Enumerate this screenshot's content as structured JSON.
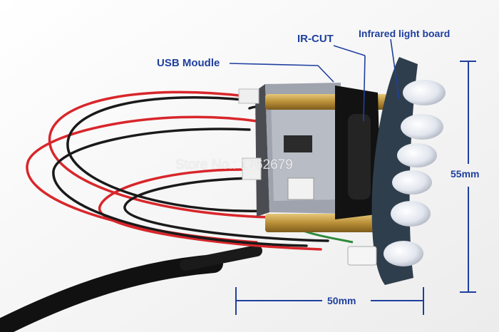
{
  "annotations": {
    "ir_cut": "IR-CUT",
    "infrared_board": "Infrared light board",
    "usb_module": "USB Moudle",
    "height": "55mm",
    "width": "50mm"
  },
  "watermark": "Store No.: 1762679",
  "colors": {
    "annotation": "#1f3f9e",
    "red_wire": "#d8262b",
    "black_wire": "#1a1a1a",
    "brass_standoff": "#b8933c"
  }
}
